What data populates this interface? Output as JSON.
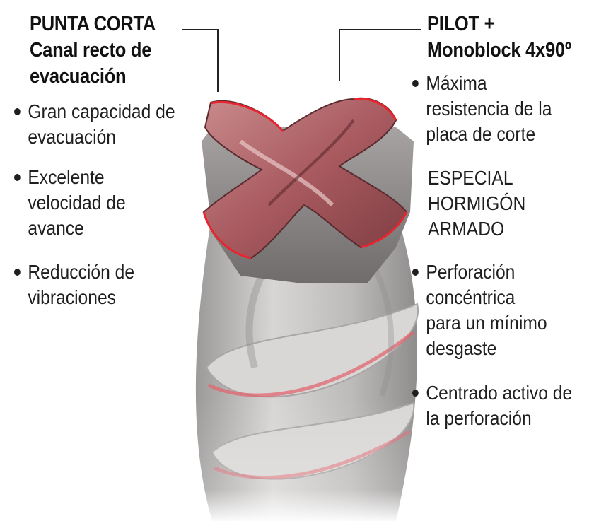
{
  "left": {
    "heading": [
      "PUNTA CORTA",
      "Canal recto de",
      "evacuación"
    ],
    "bullets": [
      [
        "Gran capacidad de",
        "evacuación"
      ],
      [
        "Excelente",
        "velocidad de",
        "avance"
      ],
      [
        "Reducción de",
        "vibraciones"
      ]
    ]
  },
  "right": {
    "heading": [
      "PILOT +",
      "Monoblock 4x90º"
    ],
    "bullet1": [
      "Máxima",
      "resistencia de la",
      "placa de corte"
    ],
    "special": [
      "ESPECIAL",
      "HORMIGÓN",
      "ARMADO"
    ],
    "bullet2": [
      "Perforación",
      "concéntrica",
      "para un mínimo",
      "desgaste"
    ],
    "bullet3": [
      "Centrado activo de",
      "la perforación"
    ]
  },
  "colors": {
    "carbide": "#b0686c",
    "edge": "#e8242f",
    "steel": "#8a8888",
    "shank": "#c9c7c6"
  },
  "illustration": "drill-bit-four-cutter-head"
}
